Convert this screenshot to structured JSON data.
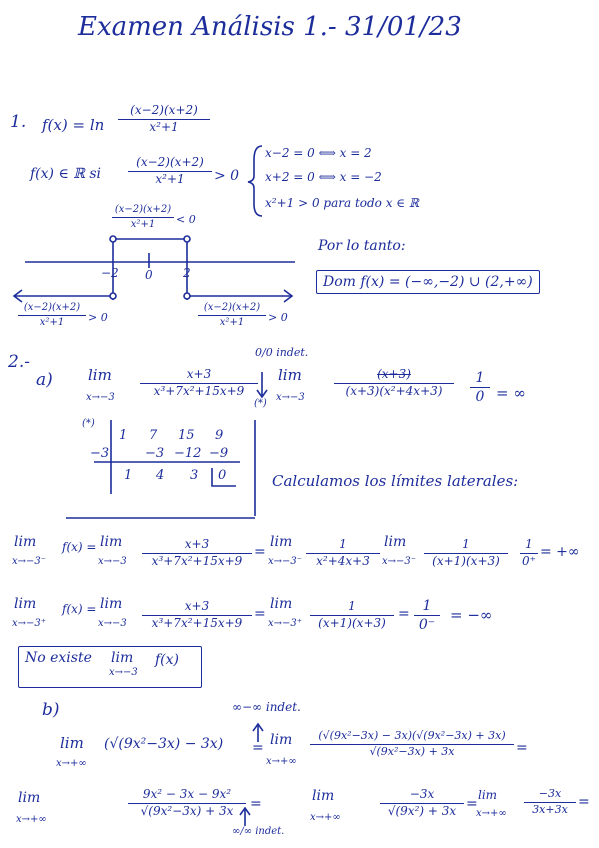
{
  "title": "Examen Análisis 1.- 31/01/23",
  "p1": {
    "num": "1.",
    "f_def": "f(x) = ln",
    "f_num": "(x−2)(x+2)",
    "f_den": "x²+1",
    "cond_lhs": "f(x) ∈ ℝ si",
    "cond_gt": "> 0",
    "case1": "x−2 = 0 ⟺ x = 2",
    "case2": "x+2 = 0 ⟺ x = −2",
    "case3": "x²+1 > 0 para todo x ∈ ℝ",
    "neg_label": "< 0",
    "pos_label": "> 0",
    "ticks": [
      "−2",
      "0",
      "2"
    ],
    "conclusion": "Por lo tanto:",
    "domain": "Dom f(x) = (−∞,−2) ∪ (2,+∞)"
  },
  "p2": {
    "num": "2.-",
    "a": "a)",
    "lim": "lim",
    "sub_m3": "x→−3",
    "sub_m3m": "x→−3⁻",
    "sub_m3p": "x→−3⁺",
    "indet_00": "0/0 indet.",
    "star": "(*)",
    "f_num": "x+3",
    "f_den": "x³+7x²+15x+9",
    "simp_num": "(x+3)",
    "simp_den": "(x+3)(x²+4x+3)",
    "one": "1",
    "zero": "0",
    "inf": "= ∞",
    "ruffini_top": [
      "1",
      "7",
      "15",
      "9"
    ],
    "ruffini_root": "−3",
    "ruffini_mid": [
      "−3",
      "−12",
      "−9"
    ],
    "ruffini_bot": [
      "1",
      "4",
      "3",
      "0"
    ],
    "laterales": "Calculamos los límites laterales:",
    "left_fx": "f(x) =",
    "den2": "x²+4x+3",
    "den3": "(x+1)(x+3)",
    "zero_plus": "0⁺",
    "res_pinf": "= +∞",
    "zero_minus": "0⁻",
    "res_minf": "= −∞",
    "no_existe": "No existe",
    "fx": "f(x)"
  },
  "p2b": {
    "b": "b)",
    "indet_inf": "∞−∞ indet.",
    "sub": "x→+∞",
    "expr": "(√(9x²−3x) − 3x)",
    "num_conj": "(√(9x²−3x) − 3x)(√(9x²−3x) + 3x)",
    "den_conj": "√(9x²−3x) + 3x",
    "num2": "9x² − 3x − 9x²",
    "num3": "−3x",
    "den4": "√(9x²) + 3x",
    "den5": "3x+3x",
    "indet_infinf": "∞/∞ indet."
  }
}
